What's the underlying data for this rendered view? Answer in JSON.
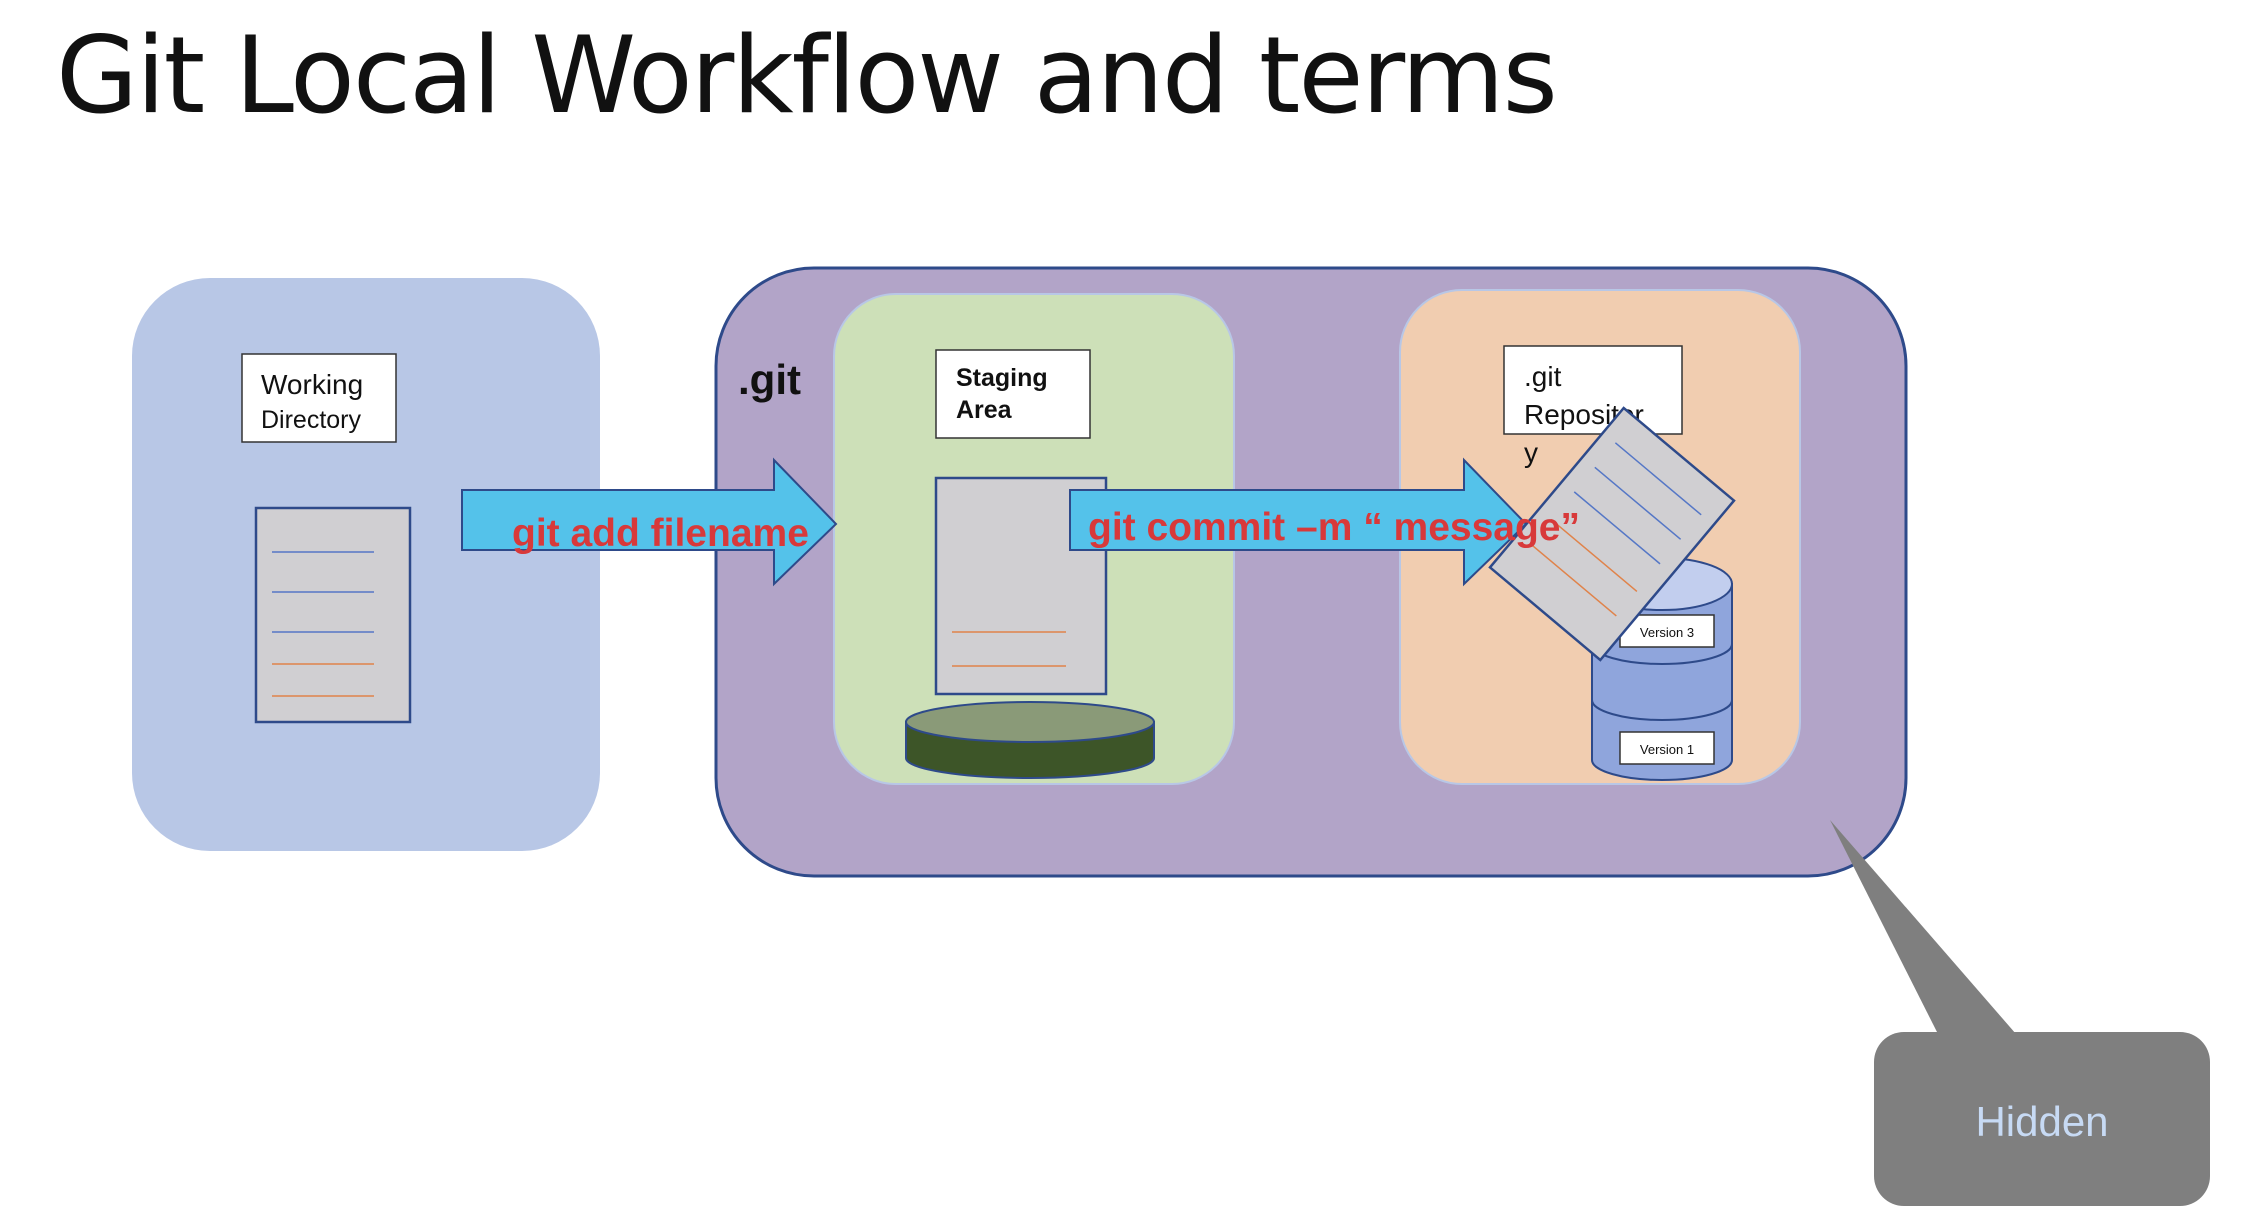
{
  "slide": {
    "title": "Git Local Workflow and terms"
  },
  "diagram": {
    "working_directory": {
      "label_line1": "Working",
      "label_line2": "Directory"
    },
    "git_container": {
      "label": ".git"
    },
    "staging_area": {
      "label_line1": "Staging",
      "label_line2": "Area"
    },
    "repository": {
      "label_line1": ".git",
      "label_line2": "Repositor",
      "label_line3": "y"
    },
    "database": {
      "version_top": "Version 3",
      "version_bottom": "Version 1"
    },
    "arrows": {
      "add": "git add filename",
      "commit": "git commit –m “ message”"
    },
    "callout": {
      "label": "Hidden"
    }
  },
  "colors": {
    "working_bg": "#b8c7e6",
    "git_bg": "#b2a4c8",
    "git_border": "#2e4a8a",
    "staging_bg": "#cde0b8",
    "repo_bg": "#f1cdb0",
    "arrow_fill": "#54c2ea",
    "arrow_text": "#d8393a",
    "doc_fill": "#d0cfd2",
    "doc_border": "#2e4a8a",
    "doc_line_blue": "#5577c6",
    "doc_line_orange": "#e0834a",
    "disk_top": "#8a9a78",
    "disk_side": "#3d5528",
    "db_fill": "#8fa5dc",
    "db_top": "#c2ceee",
    "callout_bg": "#7f7f7f",
    "callout_text": "#c7daf4"
  }
}
